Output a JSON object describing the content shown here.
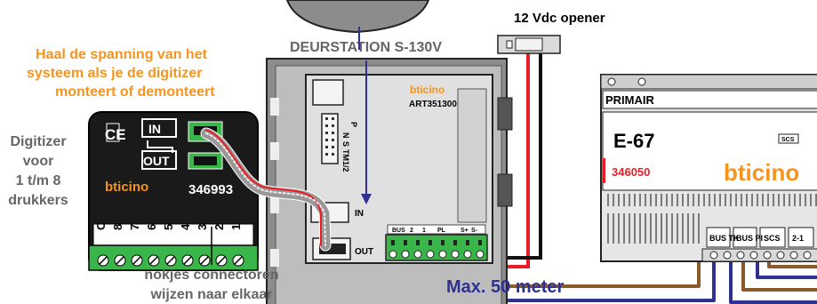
{
  "opener_label": "12 Vdc opener",
  "door_station": {
    "title": "DEURSTATION S-130V",
    "brand": "bticino",
    "article": "ART351300",
    "switch_labels": [
      "P",
      "N",
      "S",
      "TM",
      "1/2"
    ],
    "io_in": "IN",
    "io_out": "OUT",
    "terminals": [
      "BUS",
      "2",
      "1",
      "PL",
      "S+",
      "S-"
    ]
  },
  "warning": {
    "line1": "Haal de spanning van het",
    "line2": "systeem als je de digitizer",
    "line3": "monteert of demonteert",
    "color": "#f7941d"
  },
  "digitizer": {
    "ce": "CE",
    "in": "IN",
    "out": "OUT",
    "brand": "bticino",
    "model": "346993",
    "terminals": [
      "C",
      "8",
      "7",
      "6",
      "5",
      "4",
      "3",
      "2",
      "1"
    ]
  },
  "digitizer_caption": {
    "line1": "Digitizer",
    "line2": "voor",
    "line3": "1 t/m 8",
    "line4": "drukkers"
  },
  "connector_note": {
    "line1": "nokjes connectoren",
    "line2": "wijzen naar elkaar"
  },
  "distance_label": "Max. 50 meter",
  "power_supply": {
    "primary": "PRIMAIR",
    "model": "E-67",
    "article": "346050",
    "brand": "bticino",
    "scs": "SCS",
    "terminals": [
      "BUS TK",
      "BUS PI",
      "SCS",
      "2-1"
    ]
  },
  "colors": {
    "bus_blue": "#2e3192",
    "bus_brown": "#8b5a2b",
    "opener_red": "#ed1c24",
    "terminal_green": "#39b54a",
    "brand_orange": "#f7941d",
    "text_gray": "#666666"
  }
}
